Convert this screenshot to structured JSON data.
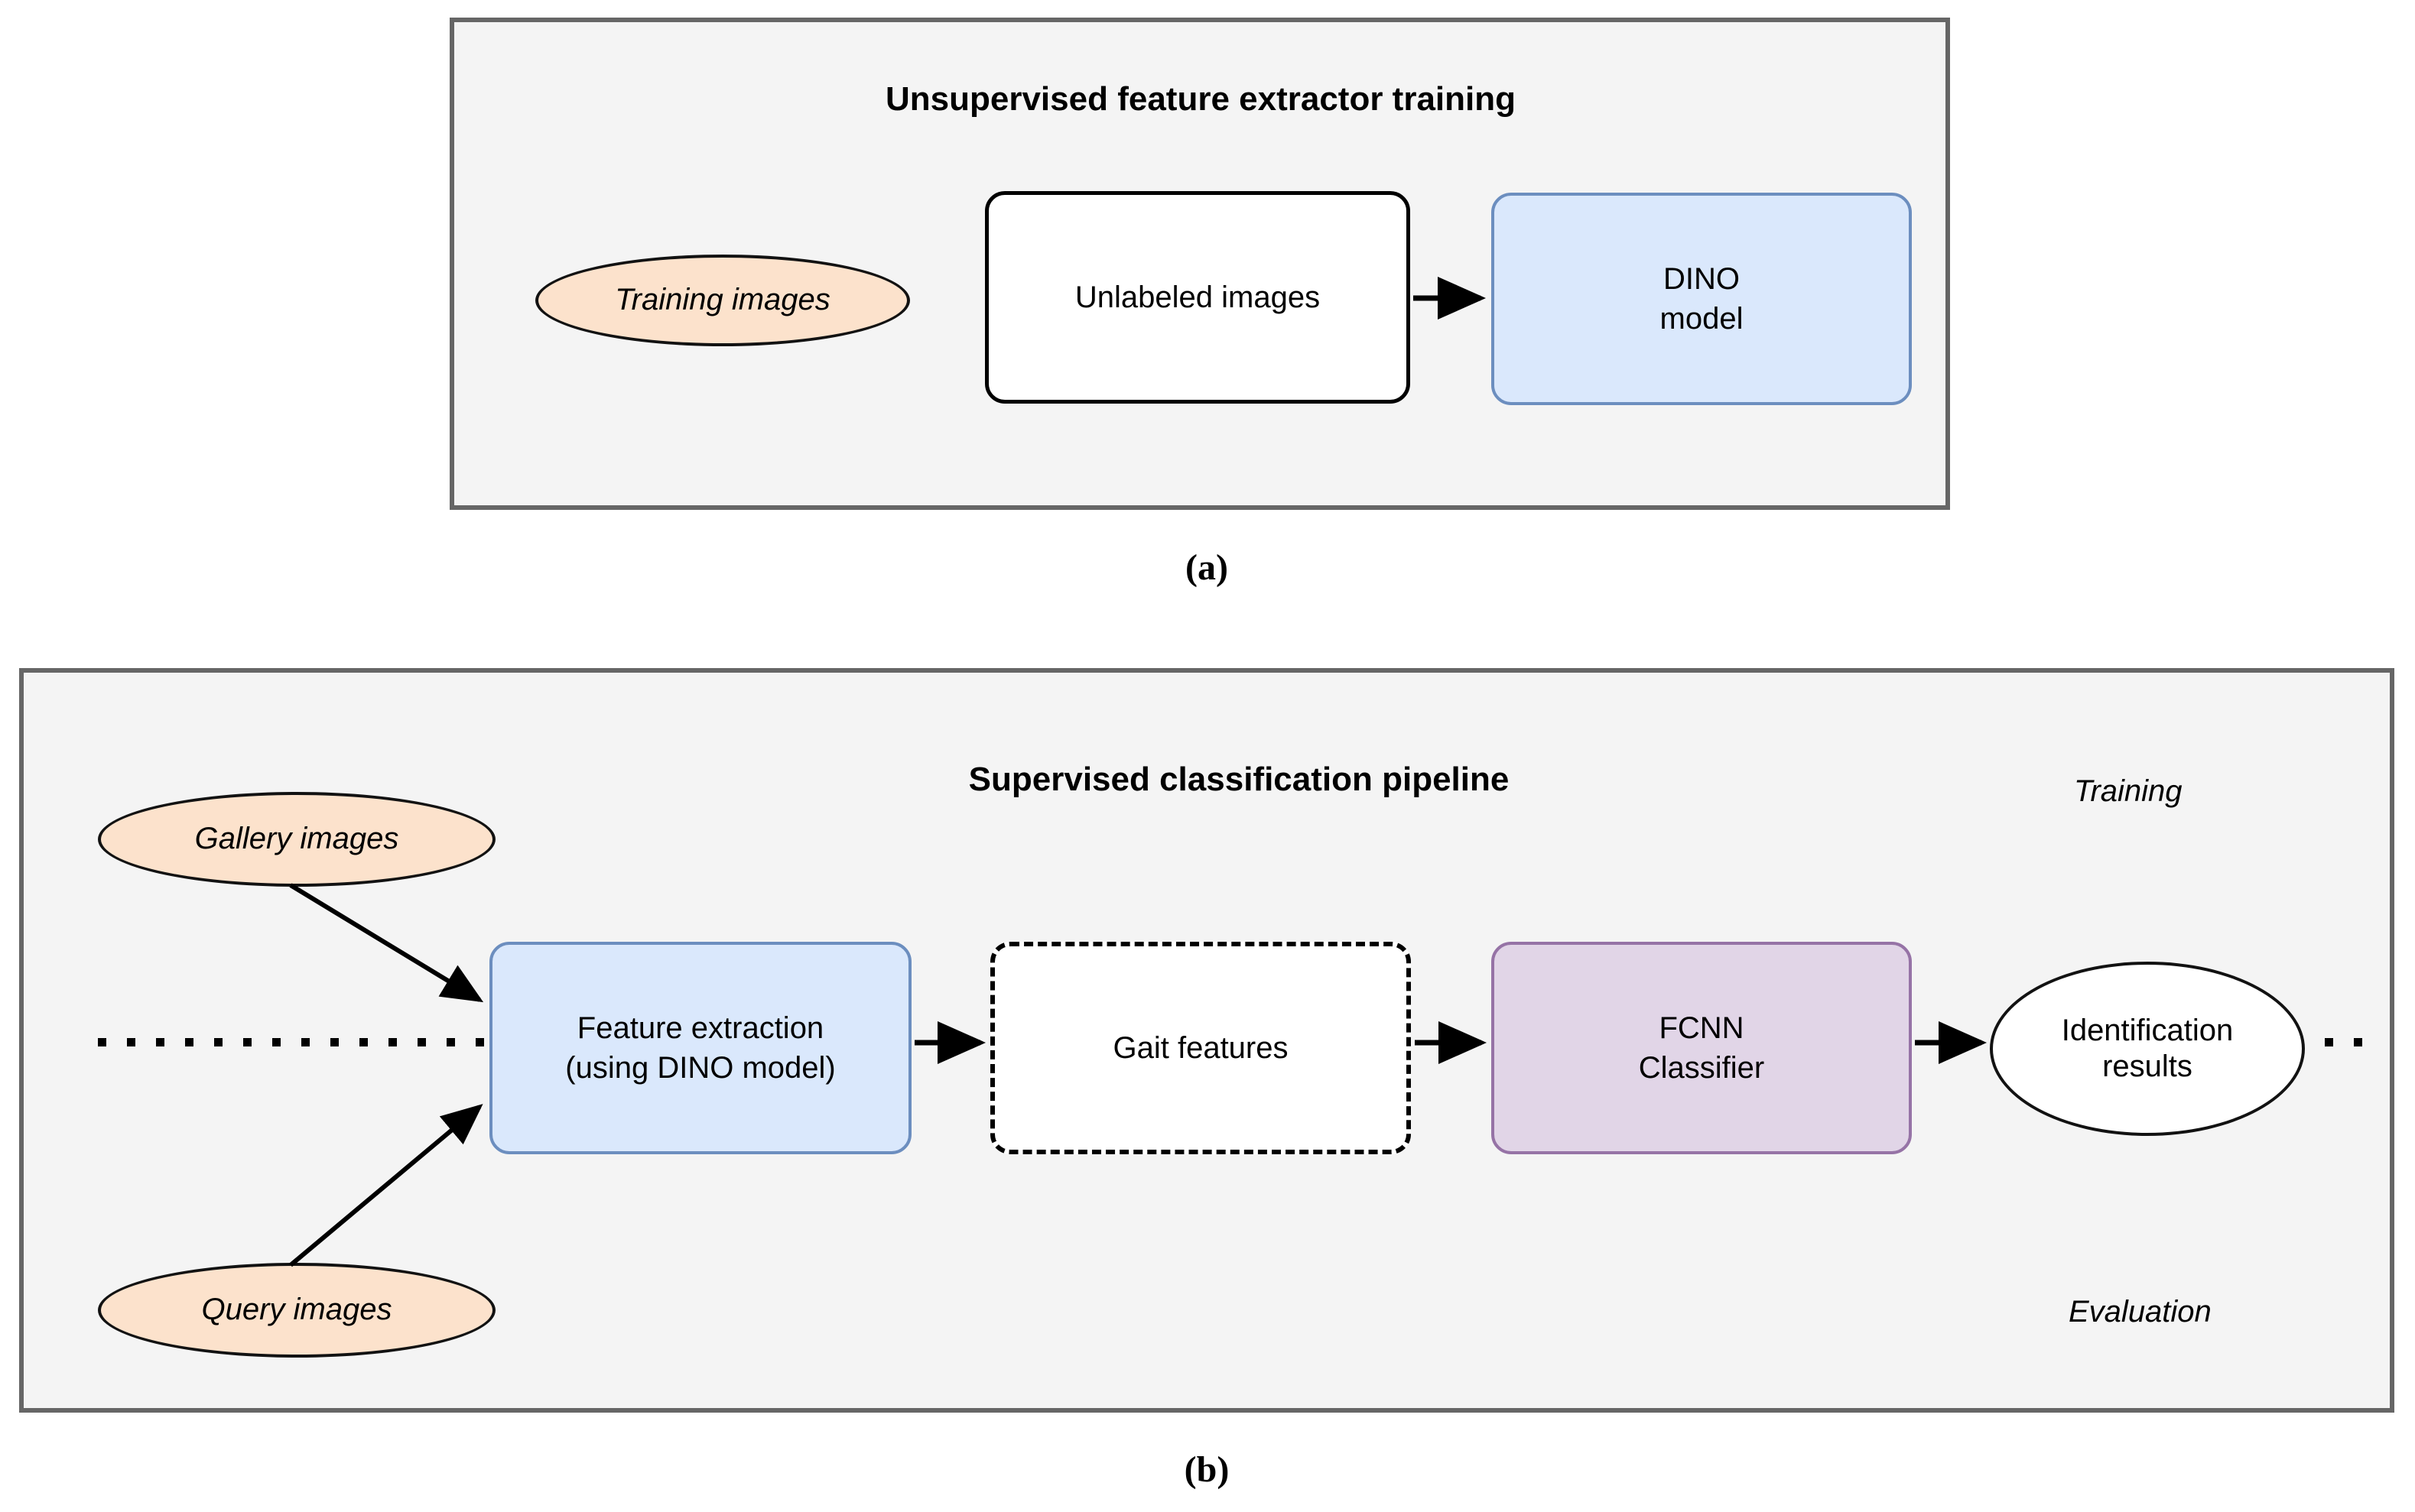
{
  "figure": {
    "panel_a": {
      "title": "Unsupervised feature extractor training",
      "caption": "(a)",
      "nodes": {
        "training_images": "Training images",
        "unlabeled_images": "Unlabeled images",
        "dino_model_line1": "DINO",
        "dino_model_line2": "model"
      }
    },
    "panel_b": {
      "title": "Supervised classification pipeline",
      "caption": "(b)",
      "labels": {
        "training": "Training",
        "evaluation": "Evaluation"
      },
      "nodes": {
        "gallery_images": "Gallery images",
        "query_images": "Query images",
        "feature_extraction_line1": "Feature extraction",
        "feature_extraction_line2": "(using DINO model)",
        "gait_features": "Gait features",
        "fcnn_line1": "FCNN",
        "fcnn_line2": "Classifier",
        "identification_line1": "Identification",
        "identification_line2": "results"
      }
    },
    "colors": {
      "panel_fill": "#f4f4f4",
      "panel_border": "#666666",
      "ellipse_orange_fill": "#fce2cc",
      "ellipse_border": "#121212",
      "box_blue_fill": "#dae8fc",
      "box_blue_border": "#6c8ebf",
      "box_purple_fill": "#e1d5e7",
      "box_purple_border": "#9673a6",
      "box_white_fill": "#ffffff",
      "box_black_border": "#000000"
    }
  }
}
